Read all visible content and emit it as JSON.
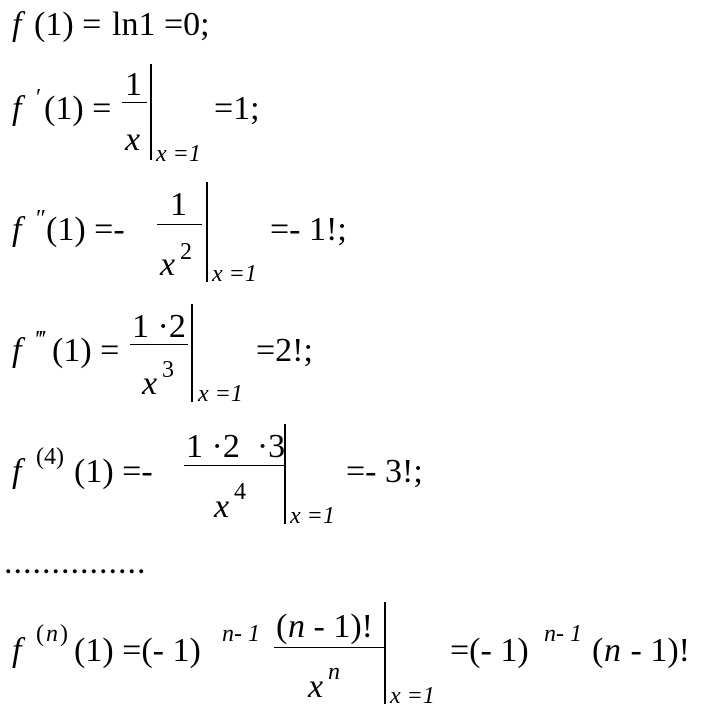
{
  "equations": [
    {
      "id": "f0",
      "lhs": "f (1) =",
      "rhs": "ln1 =0;"
    },
    {
      "id": "f1",
      "lhs_func": "f",
      "lhs_prime": "′",
      "lhs_arg": "(1) =",
      "numerator": "1",
      "denominator": "x",
      "eval_at": "x =1",
      "result": "=1;"
    },
    {
      "id": "f2",
      "lhs_func": "f",
      "lhs_prime": "″",
      "lhs_arg": "(1) =-",
      "numerator": "1",
      "denominator_base": "x",
      "denominator_exp": "2",
      "eval_at": "x =1",
      "result": "=- 1!;"
    },
    {
      "id": "f3",
      "lhs_func": "f",
      "lhs_prime": "‴",
      "lhs_arg": "(1) =",
      "numerator": "1 ·2",
      "denominator_base": "x",
      "denominator_exp": "3",
      "eval_at": "x =1",
      "result": "=2!;"
    },
    {
      "id": "f4",
      "lhs_func": "f",
      "lhs_sup": "(4)",
      "lhs_arg": "(1) =-",
      "numerator": "1 ·2  ·3",
      "denominator_base": "x",
      "denominator_exp": "4",
      "eval_at": "x =1",
      "result": "=- 3!;"
    },
    {
      "id": "ellipsis",
      "text": "..............."
    },
    {
      "id": "fn",
      "lhs_func": "f",
      "lhs_sup_open": "(",
      "lhs_sup_n": "n",
      "lhs_sup_close": ")",
      "lhs_arg": "(1) =(- 1)",
      "lhs_exp": "n- 1",
      "numerator_open": "(",
      "numerator_n": "n",
      "numerator_rest": " - 1)!",
      "denominator_base": "x",
      "denominator_exp": "n",
      "eval_at": "x =1",
      "result_a": "=(- 1)",
      "result_exp": "n- 1",
      "result_b_open": "(",
      "result_b_n": "n",
      "result_b_rest": " - 1)!"
    }
  ]
}
